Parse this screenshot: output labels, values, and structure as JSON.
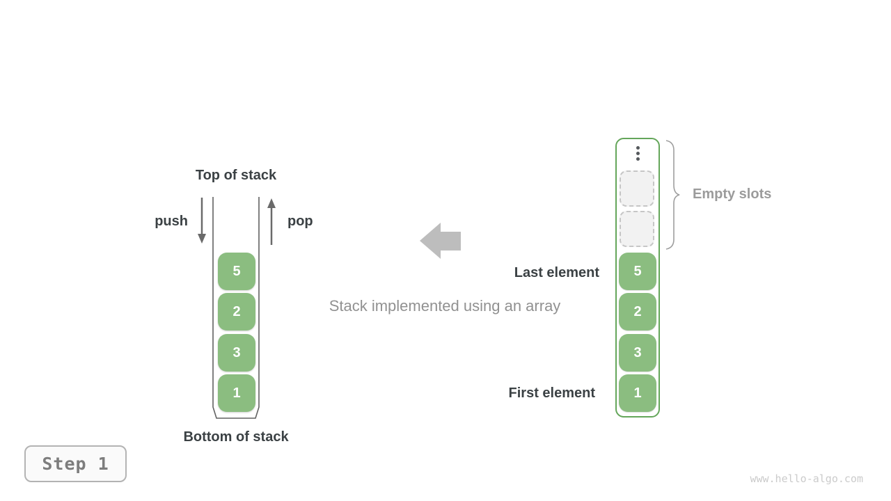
{
  "figure": {
    "caption": "Stack implemented using an array",
    "step_label": "Step 1",
    "watermark": "www.hello-algo.com"
  },
  "stack_diagram": {
    "title": "Top of stack",
    "bottom_label": "Bottom of stack",
    "push_label": "push",
    "pop_label": "pop",
    "values": [
      "5",
      "2",
      "3",
      "1"
    ]
  },
  "array_diagram": {
    "last_element_label": "Last element",
    "first_element_label": "First element",
    "empty_slots_label": "Empty slots",
    "values": [
      "5",
      "2",
      "3",
      "1"
    ],
    "empty_slot_count": 2
  },
  "icons": {
    "middle": "left-arrow-icon",
    "push": "down-arrow-icon",
    "pop": "up-arrow-icon",
    "array_top": "vertical-ellipsis-icon",
    "grouping": "curly-brace"
  },
  "colors": {
    "element_green": "#8bbd80",
    "array_border_green": "#64a65a",
    "dark_text": "#3b4144",
    "gray_text": "#9b9b9b",
    "caption_text": "#919191",
    "arrow_stroke": "#6a6a6a",
    "big_arrow_fill": "#bdbdbd",
    "empty_slot_fill": "#f2f2f2",
    "empty_slot_border": "#c6c6c6",
    "step_text": "#7d7d7d",
    "watermark_text": "#cbcbcb"
  }
}
